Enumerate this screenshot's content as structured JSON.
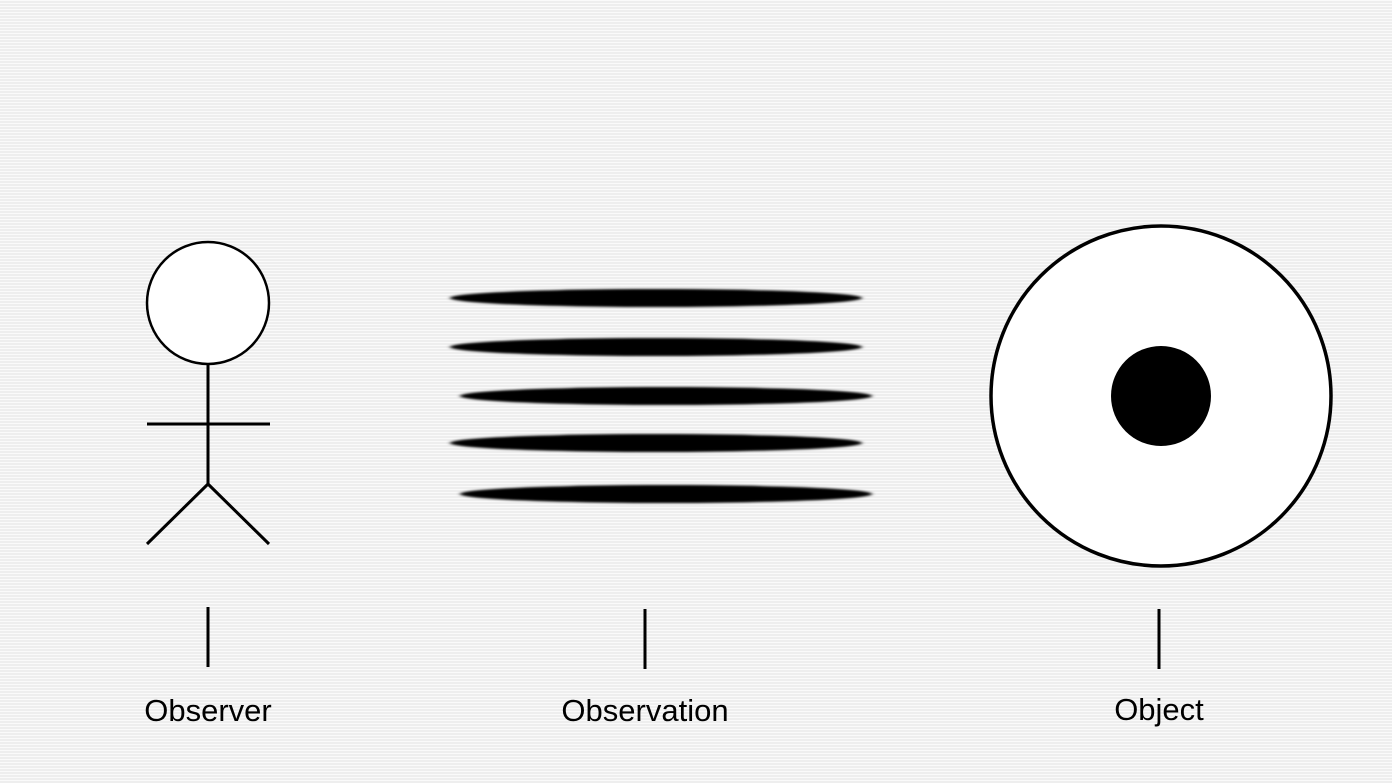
{
  "labels": {
    "observer": "Observer",
    "observation": "Observation",
    "object": "Object"
  },
  "icons": {
    "observer": "stick-figure-icon",
    "observation": "blurred-lines-icon",
    "object": "target-circle-icon"
  },
  "colors": {
    "background": "#f3f3f3",
    "ink": "#000000",
    "fill": "#ffffff"
  }
}
